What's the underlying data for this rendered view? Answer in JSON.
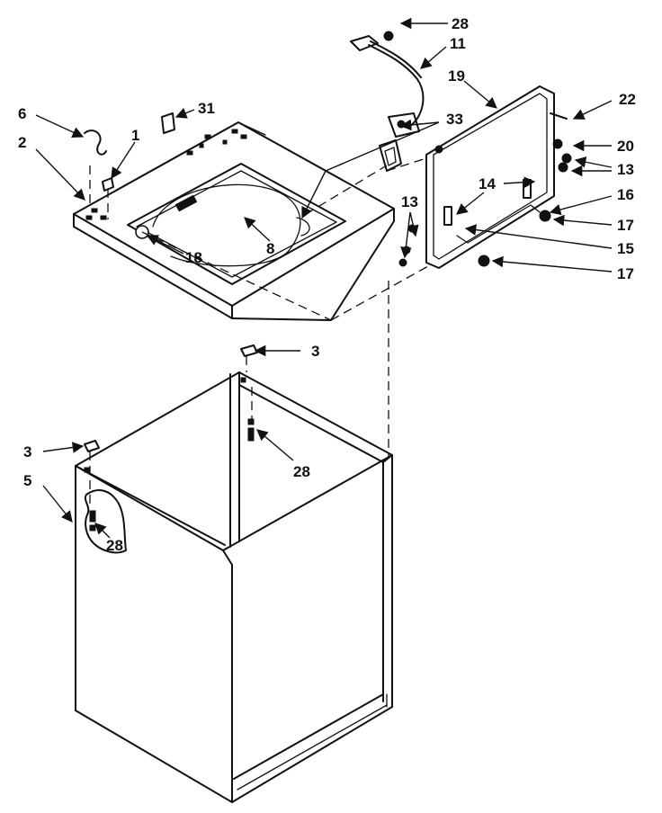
{
  "diagram": {
    "callouts": {
      "c1": "1",
      "c2": "2",
      "c3_top": "3",
      "c3_left": "3",
      "c5": "5",
      "c6": "6",
      "c8": "8",
      "c11": "11",
      "c13_right": "13",
      "c13_left": "13",
      "c14": "14",
      "c15": "15",
      "c16": "16",
      "c17_upper": "17",
      "c17_lower": "17",
      "c18": "18",
      "c19": "19",
      "c20": "20",
      "c22": "22",
      "c28_top": "28",
      "c28_mid": "28",
      "c28_panel": "28",
      "c31": "31",
      "c33": "33"
    }
  }
}
